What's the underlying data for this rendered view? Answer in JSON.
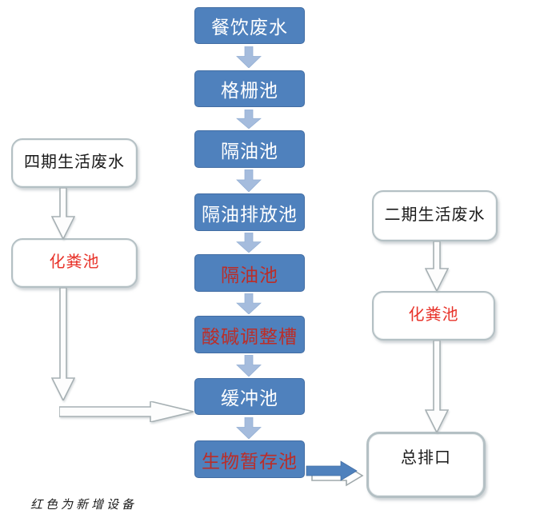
{
  "palette": {
    "box_blue": "#4f81bd",
    "box_blue_border": "#426da3",
    "arrow_light_blue": "#a5bcdd",
    "arrow_light_blue_edge": "#93afd4",
    "hollow_arrow_outline": "#a6b0b3",
    "round_box_border": "#b4c0c4",
    "red_on_blue": "#bb2d28",
    "red_on_white": "#e8332a",
    "text_white": "#ffffff",
    "text_black": "#1a1a1a"
  },
  "center_flow": {
    "nodes": [
      {
        "label": "餐饮废水",
        "color": "white"
      },
      {
        "label": "格栅池",
        "color": "white"
      },
      {
        "label": "隔油池",
        "color": "white"
      },
      {
        "label": "隔油排放池",
        "color": "white"
      },
      {
        "label": "隔油池",
        "color": "red"
      },
      {
        "label": "酸碱调整槽",
        "color": "red"
      },
      {
        "label": "缓冲池",
        "color": "white"
      },
      {
        "label": "生物暂存池",
        "color": "red"
      }
    ]
  },
  "left_flow": {
    "nodes": [
      {
        "label": "四期生活废水",
        "color": "black"
      },
      {
        "label": "化粪池",
        "color": "red"
      }
    ]
  },
  "right_flow": {
    "nodes": [
      {
        "label": "二期生活废水",
        "color": "black"
      },
      {
        "label": "化粪池",
        "color": "red"
      },
      {
        "label": "总排口",
        "color": "black"
      }
    ]
  },
  "note": {
    "text": "红色为新增设备"
  },
  "connections": {
    "center": "餐饮废水→格栅池→隔油池→隔油排放池→隔油池→酸碱调整槽→缓冲池→生物暂存池→总排口",
    "left": "四期生活废水→化粪池→缓冲池",
    "right": "二期生活废水→化粪池→总排口"
  }
}
